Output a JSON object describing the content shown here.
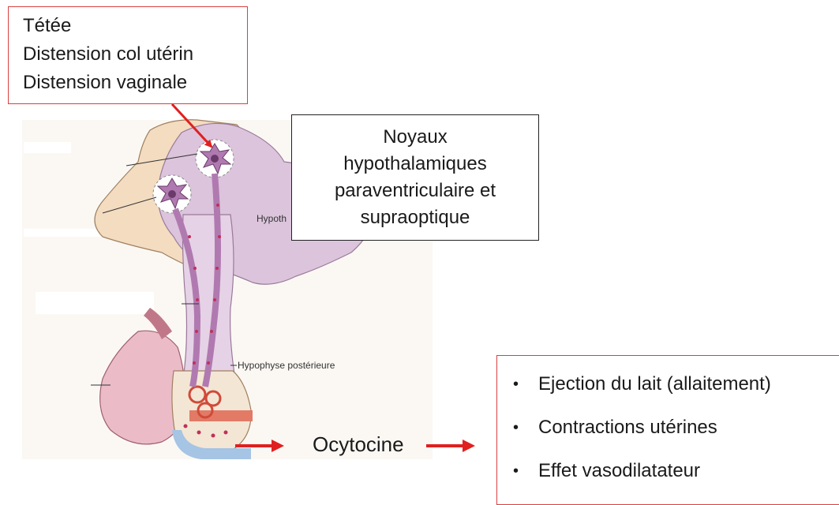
{
  "stimuli": {
    "lines": [
      "Tétée",
      "Distension col utérin",
      "Distension vaginale"
    ]
  },
  "nuclei": {
    "lines": [
      "Noyaux",
      "hypothalamiques",
      "paraventriculaire et",
      "supraoptique"
    ]
  },
  "labels": {
    "hypothalamus": "Hypoth",
    "posterior_pituitary": "Hypophyse postérieure",
    "hormone": "Ocytocine"
  },
  "effects": {
    "items": [
      "Ejection du lait (allaitement)",
      "Contractions utérines",
      "Effet vasodilatateur"
    ]
  },
  "colors": {
    "arrow": "#e02020",
    "box_border_red": "#d84040",
    "tissue_pink": "#dcc4dc",
    "tissue_tan": "#f3dcc0",
    "vessel_red": "#e27a66",
    "vessel_blue": "#a6c4e4"
  }
}
